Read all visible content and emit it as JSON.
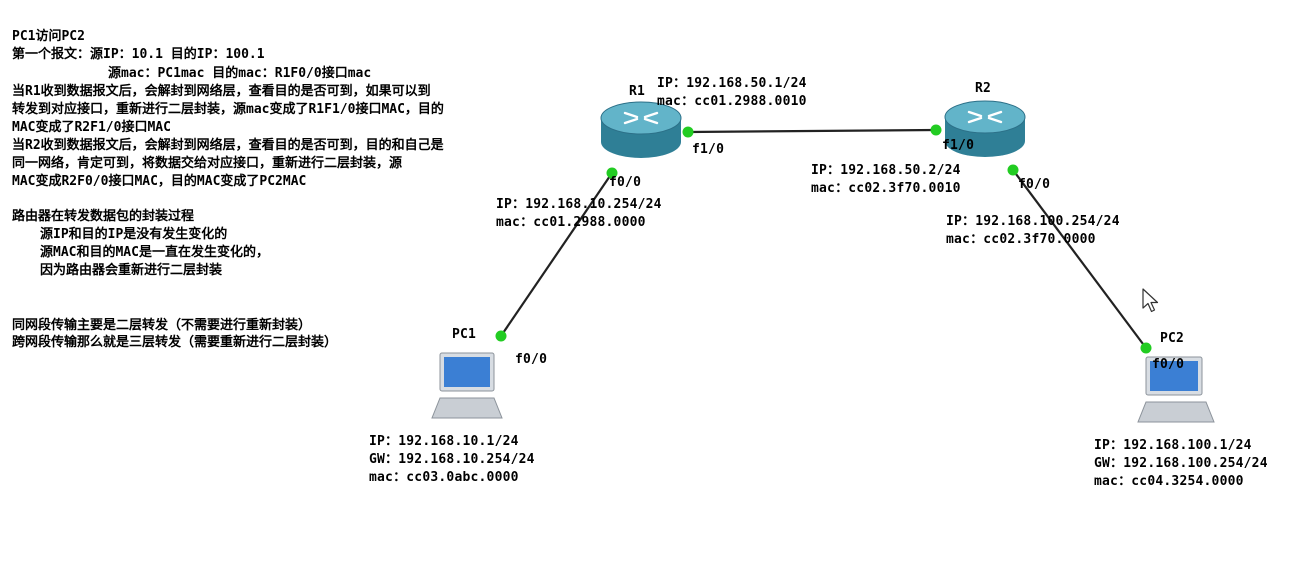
{
  "notes": {
    "lines": [
      "PC1访问PC2",
      "第一个报文：源IP：10.1 目的IP：100.1",
      "源mac：PC1mac   目的mac：R1F0/0接口mac",
      "当R1收到数据报文后，会解封到网络层，查看目的是否可到，如果可以到",
      "转发到对应接口，重新进行二层封装，源mac变成了R1F1/0接口MAC，目的",
      "MAC变成了R2F1/0接口MAC",
      "当R2收到数据报文后，会解封到网络层，查看目的是否可到，目的和自己是",
      "同一网络，肯定可到，将数据交给对应接口，重新进行二层封装，源",
      "MAC变成R2F0/0接口MAC，目的MAC变成了PC2MAC",
      "路由器在转发数据包的封装过程",
      "源IP和目的IP是没有发生变化的",
      "源MAC和目的MAC是一直在发生变化的，",
      "因为路由器会重新进行二层封装",
      "同网段传输主要是二层转发（不需要进行重新封装）",
      "跨网段传输那么就是三层转发（需要重新进行二层封装）"
    ]
  },
  "devices": {
    "r1": {
      "name": "R1",
      "f10": "f1/0",
      "f00": "f0/0"
    },
    "r2": {
      "name": "R2",
      "f10": "f1/0",
      "f00": "f0/0"
    },
    "pc1": {
      "name": "PC1",
      "port": "f0/0"
    },
    "pc2": {
      "name": "PC2",
      "port": "f0/0"
    }
  },
  "labels": {
    "r1_f10_ip": "IP：192.168.50.1/24",
    "r1_f10_mac": "mac：cc01.2988.0010",
    "r2_f10_ip": "IP：192.168.50.2/24",
    "r2_f10_mac": "mac：cc02.3f70.0010",
    "r1_f00_ip": "IP：192.168.10.254/24",
    "r1_f00_mac": "mac：cc01.2988.0000",
    "r2_f00_ip": "IP：192.168.100.254/24",
    "r2_f00_mac": "mac：cc02.3f70.0000",
    "pc1_ip": "IP：192.168.10.1/24",
    "pc1_gw": "GW：192.168.10.254/24",
    "pc1_mac": "mac：cc03.0abc.0000",
    "pc2_ip": "IP：192.168.100.1/24",
    "pc2_gw": "GW：192.168.100.254/24",
    "pc2_mac": "mac：cc04.3254.0000"
  },
  "colors": {
    "router_body": "#2f7f96",
    "router_top": "#5fb3c9",
    "link": "#222222",
    "port_dot": "#22cc22",
    "screen": "#3b7fd4"
  }
}
